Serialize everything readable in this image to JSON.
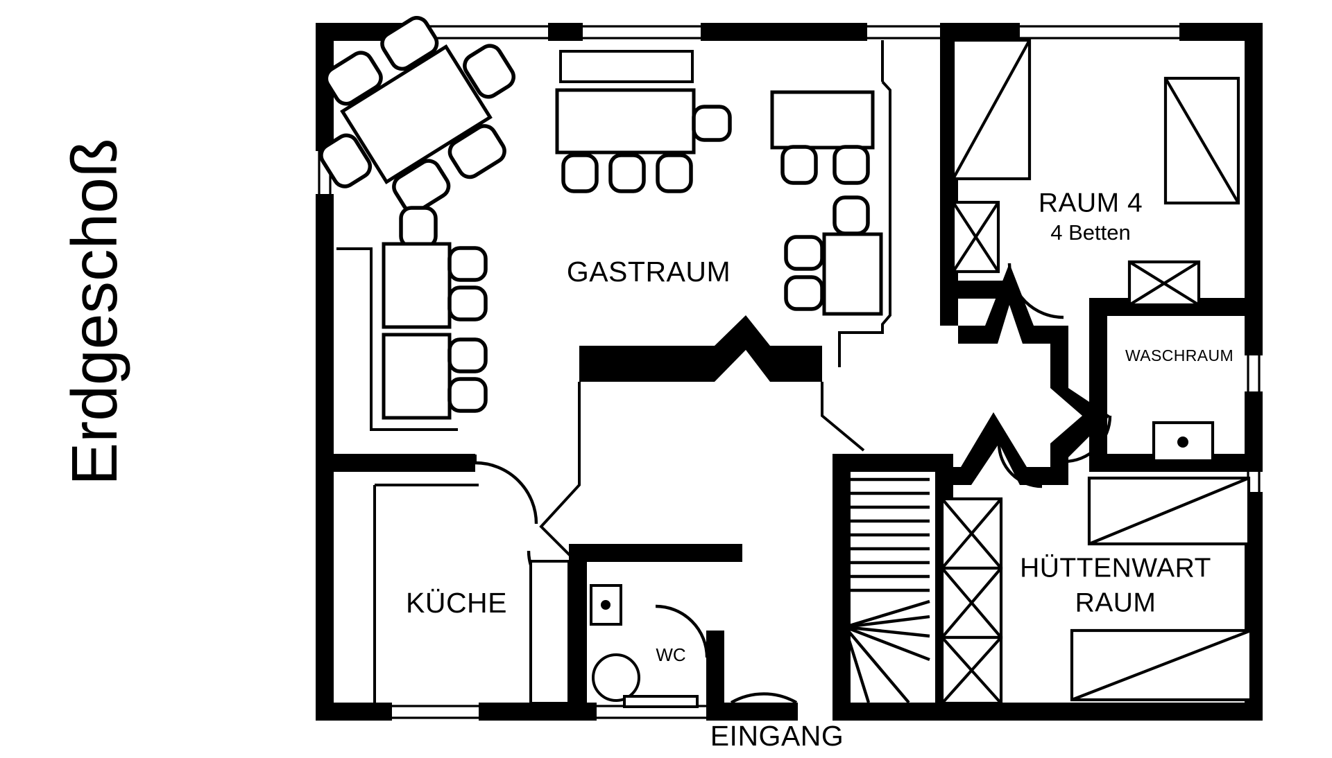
{
  "document": {
    "type": "floor-plan",
    "title": "Erdgeschoß",
    "language": "de"
  },
  "rooms": [
    {
      "id": "gastraum",
      "label": "GASTRAUM",
      "sub": ""
    },
    {
      "id": "raum4",
      "label": "RAUM 4",
      "sub": "4 Betten"
    },
    {
      "id": "waschraum",
      "label": "WASCHRAUM",
      "sub": ""
    },
    {
      "id": "huettenwart",
      "label": "HÜTTENWART",
      "sub": "RAUM"
    },
    {
      "id": "kueche",
      "label": "KÜCHE",
      "sub": ""
    },
    {
      "id": "wc",
      "label": "WC",
      "sub": ""
    }
  ],
  "labels": {
    "gastraum": "GASTRAUM",
    "raum4_title": "RAUM 4",
    "raum4_beds": "4 Betten",
    "waschraum": "WASCHRAUM",
    "huettenwart_line1": "HÜTTENWART",
    "huettenwart_line2": "RAUM",
    "kueche": "KÜCHE",
    "wc": "WC",
    "eingang": "EINGANG"
  },
  "colors": {
    "wall": "#000000",
    "background": "#ffffff",
    "line": "#000000"
  },
  "features": {
    "dining_table_chairs": 6,
    "long_table_chairs": 4,
    "side_tables": 2,
    "beds_raum4": 2,
    "stairs": "winder-staircase",
    "entrance": "EINGANG"
  }
}
